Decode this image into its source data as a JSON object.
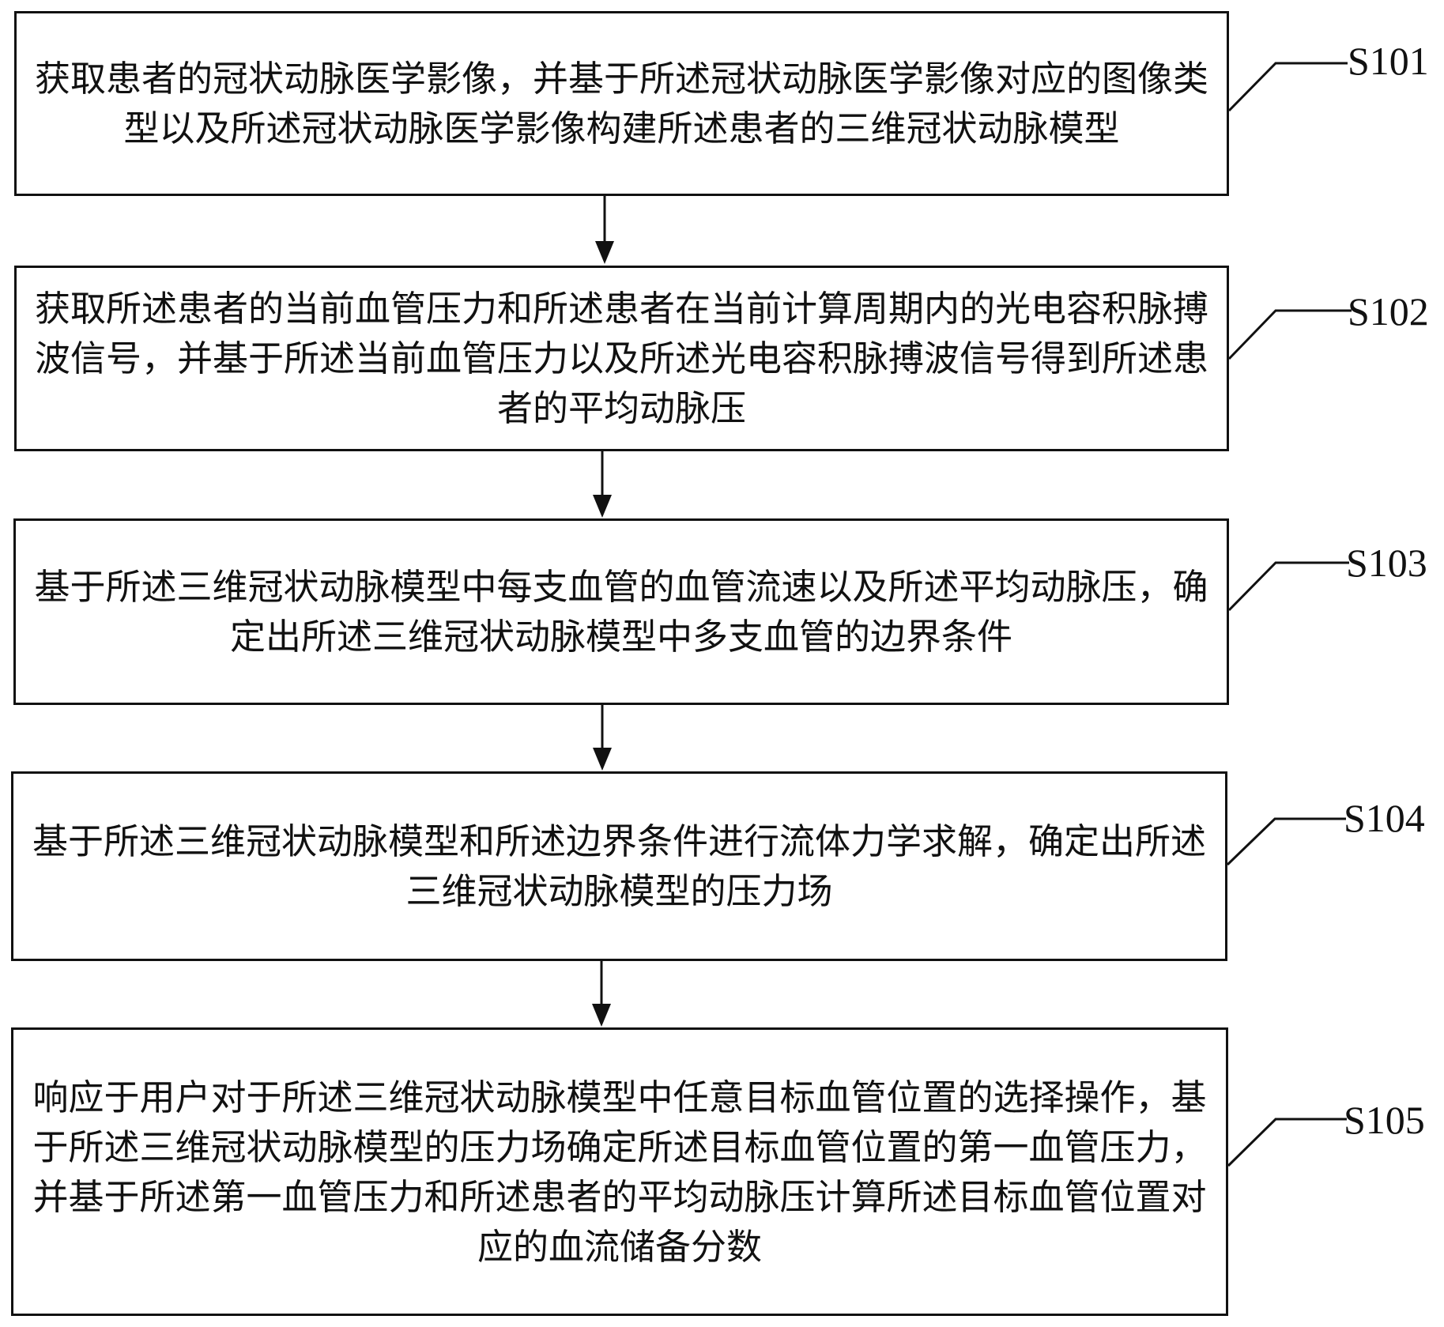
{
  "steps": [
    {
      "id": "S101",
      "text": "获取患者的冠状动脉医学影像，并基于所述冠状动脉医学影像对应的图像类型以及所述冠状动脉医学影像构建所述患者的三维冠状动脉模型"
    },
    {
      "id": "S102",
      "text": "获取所述患者的当前血管压力和所述患者在当前计算周期内的光电容积脉搏波信号，并基于所述当前血管压力以及所述光电容积脉搏波信号得到所述患者的平均动脉压"
    },
    {
      "id": "S103",
      "text": "基于所述三维冠状动脉模型中每支血管的血管流速以及所述平均动脉压，确定出所述三维冠状动脉模型中多支血管的边界条件"
    },
    {
      "id": "S104",
      "text": "基于所述三维冠状动脉模型和所述边界条件进行流体力学求解，确定出所述三维冠状动脉模型的压力场"
    },
    {
      "id": "S105",
      "text": "响应于用户对于所述三维冠状动脉模型中任意目标血管位置的选择操作，基于所述三维冠状动脉模型的压力场确定所述目标血管位置的第一血管压力，并基于所述第一血管压力和所述患者的平均动脉压计算所述目标血管位置对应的血流储备分数"
    }
  ]
}
